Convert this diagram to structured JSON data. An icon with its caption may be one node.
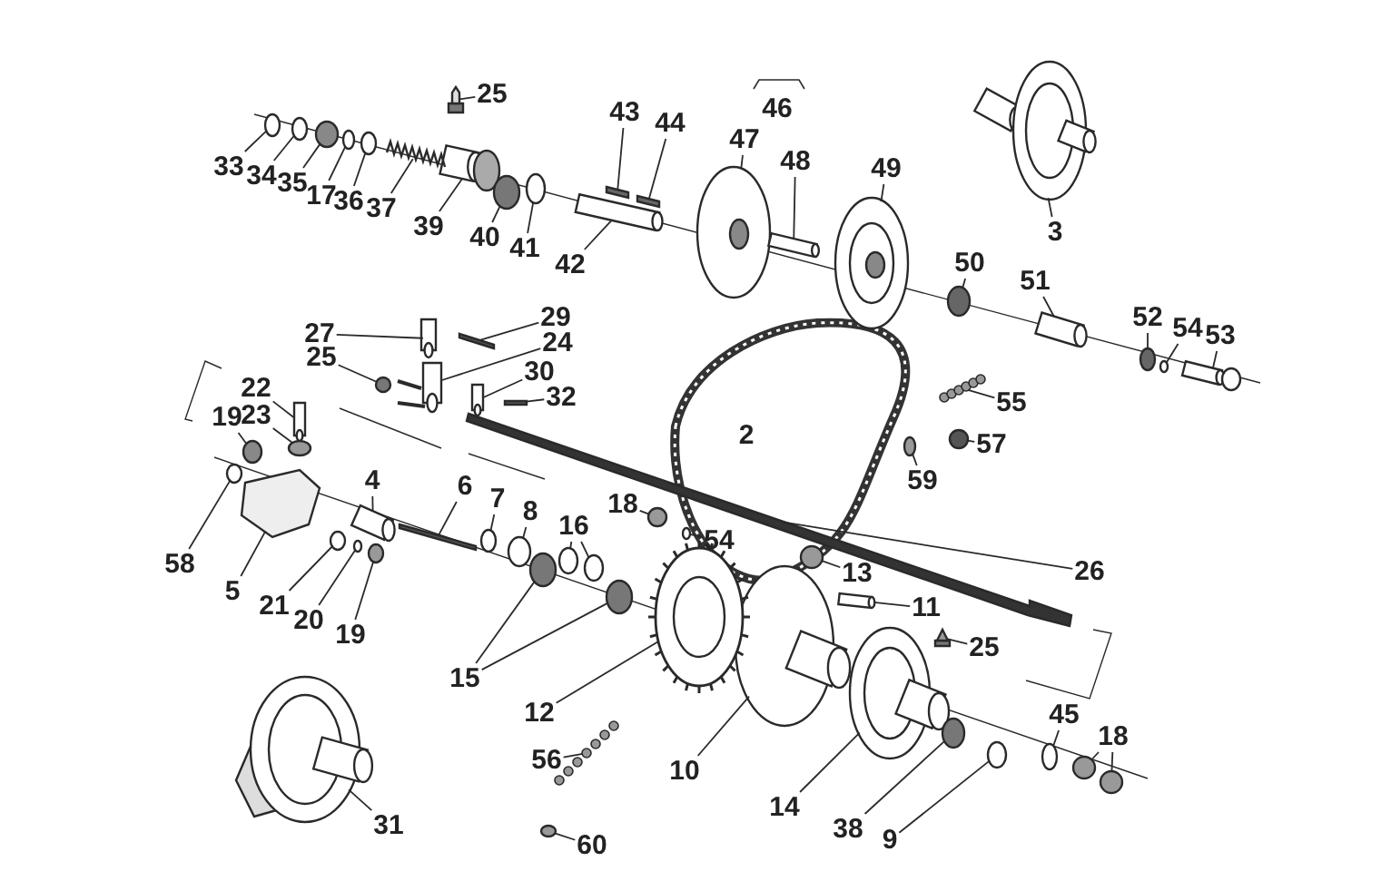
{
  "diagram": {
    "nodes": [
      {
        "text": [
          "33"
        ]
      },
      {
        "text": [
          "34"
        ]
      },
      {
        "text": [
          "35"
        ]
      },
      {
        "text": [
          "17"
        ]
      },
      {
        "text": [
          "36"
        ]
      },
      {
        "text": [
          "37"
        ]
      },
      {
        "text": [
          "25"
        ]
      },
      {
        "text": [
          "39"
        ]
      },
      {
        "text": [
          "40"
        ]
      },
      {
        "text": [
          "41"
        ]
      },
      {
        "text": [
          "42"
        ]
      },
      {
        "text": [
          "43"
        ]
      },
      {
        "text": [
          "44"
        ]
      },
      {
        "text": [
          "46"
        ]
      },
      {
        "text": [
          "47"
        ]
      },
      {
        "text": [
          "48"
        ]
      },
      {
        "text": [
          "49"
        ]
      },
      {
        "text": [
          "3"
        ]
      },
      {
        "text": [
          "50"
        ]
      },
      {
        "text": [
          "51"
        ]
      },
      {
        "text": [
          "52"
        ]
      },
      {
        "text": [
          "54"
        ]
      },
      {
        "text": [
          "53"
        ]
      },
      {
        "text": [
          "55"
        ]
      },
      {
        "text": [
          "57"
        ]
      },
      {
        "text": [
          "59"
        ]
      },
      {
        "text": [
          "2"
        ]
      },
      {
        "text": [
          "27"
        ]
      },
      {
        "text": [
          "29"
        ]
      },
      {
        "text": [
          "24"
        ]
      },
      {
        "text": [
          "25"
        ]
      },
      {
        "text": [
          "30"
        ]
      },
      {
        "text": [
          "32"
        ]
      },
      {
        "text": [
          "22"
        ]
      },
      {
        "text": [
          "23"
        ]
      },
      {
        "text": [
          "19"
        ]
      },
      {
        "text": [
          "58"
        ]
      },
      {
        "text": [
          "5"
        ]
      },
      {
        "text": [
          "21"
        ]
      },
      {
        "text": [
          "20"
        ]
      },
      {
        "text": [
          "19"
        ]
      },
      {
        "text": [
          "4"
        ]
      },
      {
        "text": [
          "6"
        ]
      },
      {
        "text": [
          "7"
        ]
      },
      {
        "text": [
          "8"
        ]
      },
      {
        "text": [
          "16"
        ]
      },
      {
        "text": [
          "15"
        ]
      },
      {
        "text": [
          "18"
        ]
      },
      {
        "text": [
          "54"
        ]
      },
      {
        "text": [
          "13"
        ]
      },
      {
        "text": [
          "11"
        ]
      },
      {
        "text": [
          "26"
        ]
      },
      {
        "text": [
          "25"
        ]
      },
      {
        "text": [
          "12"
        ]
      },
      {
        "text": [
          "10"
        ]
      },
      {
        "text": [
          "56"
        ]
      },
      {
        "text": [
          "31"
        ]
      },
      {
        "text": [
          "60"
        ]
      },
      {
        "text": [
          "14"
        ]
      },
      {
        "text": [
          "38"
        ]
      },
      {
        "text": [
          "9"
        ]
      },
      {
        "text": [
          "45"
        ]
      },
      {
        "text": [
          "18"
        ]
      },
      {
        "text": [],
        "shape": "circle"
      },
      {
        "text": [],
        "shape": "circle"
      },
      {
        "text": [],
        "shape": "circle"
      },
      {
        "text": [],
        "shape": "circle"
      },
      {
        "text": [],
        "shape": "circle"
      },
      {
        "text": [],
        "shape": "picture"
      },
      {
        "text": [],
        "shape": "picture"
      },
      {
        "text": [],
        "shape": "picture"
      },
      {
        "text": [],
        "shape": "circle"
      },
      {
        "text": [],
        "shape": "circle"
      },
      {
        "text": [],
        "shape": "cylinder"
      },
      {
        "text": [],
        "shape": "bar"
      },
      {
        "text": [],
        "shape": "bar"
      },
      {
        "text": [],
        "shape": "picture"
      },
      {
        "text": [],
        "shape": "cylinder"
      },
      {
        "text": [],
        "shape": "picture"
      },
      {
        "text": [],
        "shape": "picture"
      },
      {
        "text": [],
        "shape": "circle"
      },
      {
        "text": [],
        "shape": "cylinder"
      },
      {
        "text": [],
        "shape": "circle"
      },
      {
        "text": [],
        "shape": "circle"
      },
      {
        "text": [],
        "shape": "picture"
      },
      {
        "text": [],
        "shape": "picture"
      },
      {
        "text": [],
        "shape": "circle"
      },
      {
        "text": [],
        "shape": "circle"
      },
      {
        "text": [],
        "shape": "cylinder"
      },
      {
        "text": [],
        "shape": "bar"
      },
      {
        "text": [],
        "shape": "picture"
      },
      {
        "text": [],
        "shape": "circle"
      },
      {
        "text": [],
        "shape": "cylinder"
      },
      {
        "text": [],
        "shape": "bar"
      },
      {
        "text": [],
        "shape": "cylinder"
      },
      {
        "text": [],
        "shape": "circle"
      },
      {
        "text": [],
        "shape": "circle"
      },
      {
        "text": [],
        "shape": "circle"
      },
      {
        "text": [],
        "shape": "picture"
      },
      {
        "text": [],
        "shape": "circle"
      },
      {
        "text": [],
        "shape": "circle"
      },
      {
        "text": [],
        "shape": "circle"
      },
      {
        "text": [],
        "shape": "cylinder"
      },
      {
        "text": [],
        "shape": "bar"
      },
      {
        "text": [],
        "shape": "circle"
      },
      {
        "text": [],
        "shape": "circle"
      },
      {
        "text": [],
        "shape": "circle"
      },
      {
        "text": [],
        "shape": "circle"
      },
      {
        "text": [],
        "shape": "circle"
      },
      {
        "text": [],
        "shape": "circle"
      },
      {
        "text": [],
        "shape": "circle"
      },
      {
        "text": [],
        "shape": "circle"
      },
      {
        "text": [],
        "shape": "circle"
      },
      {
        "text": [],
        "shape": "cylinder"
      },
      {
        "text": [],
        "shape": "picture"
      },
      {
        "text": [],
        "shape": "picture"
      },
      {
        "text": [],
        "shape": "picture"
      },
      {
        "text": [],
        "shape": "picture"
      },
      {
        "text": [],
        "shape": "picture"
      },
      {
        "text": [],
        "shape": "picture"
      },
      {
        "text": [],
        "shape": "circle"
      },
      {
        "text": [],
        "shape": "picture"
      },
      {
        "text": [],
        "shape": "circle"
      },
      {
        "text": [],
        "shape": "circle"
      },
      {
        "text": [],
        "shape": "circle"
      },
      {
        "text": [],
        "shape": "circle"
      },
      {
        "text": [],
        "shape": "circle"
      }
    ],
    "edges": [
      {
        "from": 0,
        "to": 63,
        "arrow": "none"
      },
      {
        "from": 1,
        "to": 64,
        "arrow": "none"
      },
      {
        "from": 2,
        "to": 65,
        "arrow": "none"
      },
      {
        "from": 3,
        "to": 66,
        "arrow": "none"
      },
      {
        "from": 4,
        "to": 67,
        "arrow": "none"
      },
      {
        "from": 5,
        "to": 68,
        "arrow": "none"
      },
      {
        "from": 6,
        "to": 69,
        "arrow": "none"
      },
      {
        "from": 7,
        "to": 70,
        "arrow": "none"
      },
      {
        "from": 8,
        "to": 71,
        "arrow": "none"
      },
      {
        "from": 9,
        "to": 72,
        "arrow": "none"
      },
      {
        "from": 10,
        "to": 73,
        "arrow": "none"
      },
      {
        "from": 11,
        "to": 74,
        "arrow": "none"
      },
      {
        "from": 12,
        "to": 75,
        "arrow": "none"
      },
      {
        "from": 14,
        "to": 76,
        "arrow": "none"
      },
      {
        "from": 15,
        "to": 77,
        "arrow": "none"
      },
      {
        "from": 16,
        "to": 78,
        "arrow": "none"
      },
      {
        "from": 17,
        "to": 79,
        "arrow": "none"
      },
      {
        "from": 18,
        "to": 80,
        "arrow": "none"
      },
      {
        "from": 19,
        "to": 81,
        "arrow": "none"
      },
      {
        "from": 20,
        "to": 82,
        "arrow": "none"
      },
      {
        "from": 21,
        "to": 83,
        "arrow": "none"
      },
      {
        "from": 22,
        "to": 84,
        "arrow": "none"
      },
      {
        "from": 23,
        "to": 85,
        "arrow": "none"
      },
      {
        "from": 24,
        "to": 86,
        "arrow": "none"
      },
      {
        "from": 25,
        "to": 87,
        "arrow": "none"
      },
      {
        "from": 27,
        "to": 88,
        "arrow": "none"
      },
      {
        "from": 28,
        "to": 89,
        "arrow": "none"
      },
      {
        "from": 29,
        "to": 90,
        "arrow": "none"
      },
      {
        "from": 30,
        "to": 91,
        "arrow": "none"
      },
      {
        "from": 31,
        "to": 92,
        "arrow": "none"
      },
      {
        "from": 32,
        "to": 93,
        "arrow": "none"
      },
      {
        "from": 33,
        "to": 94,
        "arrow": "none"
      },
      {
        "from": 34,
        "to": 95,
        "arrow": "none"
      },
      {
        "from": 35,
        "to": 96,
        "arrow": "none"
      },
      {
        "from": 36,
        "to": 97,
        "arrow": "none"
      },
      {
        "from": 37,
        "to": 98,
        "arrow": "none"
      },
      {
        "from": 38,
        "to": 99,
        "arrow": "none"
      },
      {
        "from": 39,
        "to": 100,
        "arrow": "none"
      },
      {
        "from": 40,
        "to": 101,
        "arrow": "none"
      },
      {
        "from": 41,
        "to": 102,
        "arrow": "none"
      },
      {
        "from": 42,
        "to": 103,
        "arrow": "none"
      },
      {
        "from": 43,
        "to": 104,
        "arrow": "none"
      },
      {
        "from": 44,
        "to": 105,
        "arrow": "none"
      },
      {
        "from": 45,
        "to": 106,
        "arrow": "none"
      },
      {
        "from": 45,
        "to": 107,
        "arrow": "none"
      },
      {
        "from": 46,
        "to": 108,
        "arrow": "none"
      },
      {
        "from": 46,
        "to": 109,
        "arrow": "none"
      },
      {
        "from": 47,
        "to": 110,
        "arrow": "none"
      },
      {
        "from": 48,
        "to": 111,
        "arrow": "none"
      },
      {
        "from": 49,
        "to": 112,
        "arrow": "none"
      },
      {
        "from": 50,
        "to": 113,
        "arrow": "none"
      },
      {
        "from": 51,
        "to": 114,
        "arrow": "none"
      },
      {
        "from": 52,
        "to": 115,
        "arrow": "none"
      },
      {
        "from": 53,
        "to": 116,
        "arrow": "none"
      },
      {
        "from": 54,
        "to": 117,
        "arrow": "none"
      },
      {
        "from": 55,
        "to": 118,
        "arrow": "none"
      },
      {
        "from": 56,
        "to": 119,
        "arrow": "none"
      },
      {
        "from": 57,
        "to": 120,
        "arrow": "none"
      },
      {
        "from": 58,
        "to": 121,
        "arrow": "none"
      },
      {
        "from": 59,
        "to": 122,
        "arrow": "none"
      },
      {
        "from": 60,
        "to": 123,
        "arrow": "none"
      },
      {
        "from": 61,
        "to": 124,
        "arrow": "none"
      },
      {
        "from": 62,
        "to": 125,
        "arrow": "none"
      },
      {
        "from": 62,
        "to": 126,
        "arrow": "none"
      }
    ]
  }
}
